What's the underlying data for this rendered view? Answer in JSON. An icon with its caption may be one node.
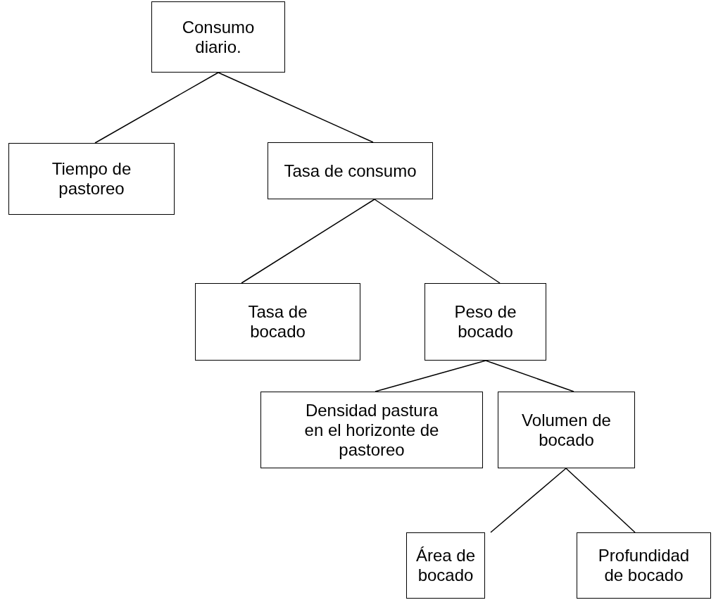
{
  "diagram": {
    "nodes": [
      {
        "text": [
          "Consumo diario."
        ]
      },
      {
        "text": [
          "Tiempo de pastoreo"
        ]
      },
      {
        "text": [
          "Tasa de consumo"
        ]
      },
      {
        "text": [
          "Tasa de bocado"
        ]
      },
      {
        "text": [
          "Peso de bocado"
        ]
      },
      {
        "text": [
          "Densidad pastura en el horizonte de pastoreo"
        ]
      },
      {
        "text": [
          "Volumen de bocado"
        ]
      },
      {
        "text": [
          "Área de bocado"
        ]
      },
      {
        "text": [
          "Profundidad de bocado"
        ]
      }
    ],
    "edges": [
      {
        "from": 0,
        "to": 1,
        "arrow": "none"
      },
      {
        "from": 0,
        "to": 2,
        "arrow": "none"
      },
      {
        "from": 2,
        "to": 3,
        "arrow": "none"
      },
      {
        "from": 2,
        "to": 4,
        "arrow": "none"
      },
      {
        "from": 4,
        "to": 5,
        "arrow": "none"
      },
      {
        "from": 4,
        "to": 6,
        "arrow": "none"
      },
      {
        "from": 6,
        "to": 7,
        "arrow": "none"
      },
      {
        "from": 6,
        "to": 8,
        "arrow": "none"
      }
    ]
  }
}
